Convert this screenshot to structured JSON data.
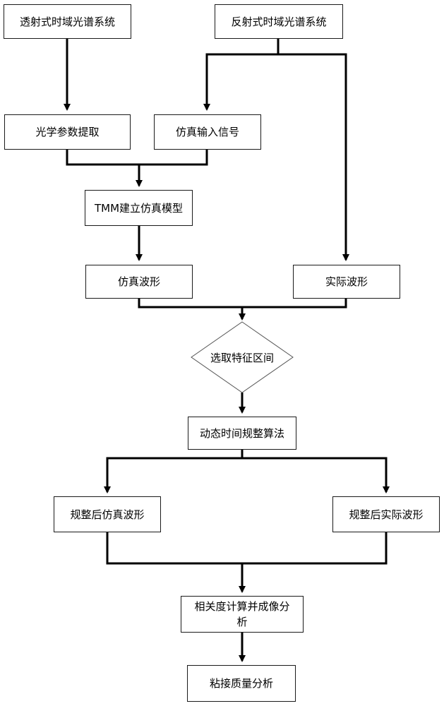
{
  "nodes": {
    "transmission_system": "透射式时域光谱系统",
    "reflection_system": "反射式时域光谱系统",
    "optical_param_extraction": "光学参数提取",
    "simulated_input_signal": "仿真输入信号",
    "tmm_model": "TMM建立仿真模型",
    "simulated_waveform": "仿真波形",
    "actual_waveform": "实际波形",
    "select_feature_interval": "选取特征区间",
    "dtw_algorithm": "动态时间规整算法",
    "aligned_simulated_waveform": "规整后仿真波形",
    "aligned_actual_waveform": "规整后实际波形",
    "correlation_imaging": "相关度计算并成像分析",
    "bond_quality_analysis": "粘接质量分析"
  },
  "colors": {
    "line": "#000000",
    "box_border": "#1a1a1a",
    "diamond_border": "#555555"
  }
}
